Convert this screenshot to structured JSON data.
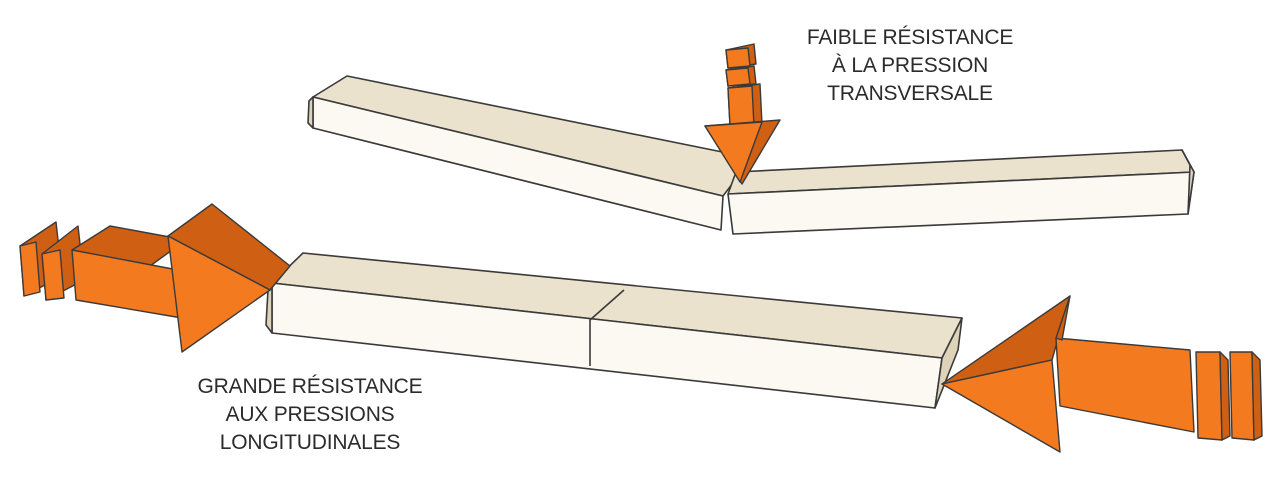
{
  "colors": {
    "wood_top": "#ebe2cd",
    "wood_front": "#fbf9f1",
    "wood_end": "#ddd3b8",
    "outline": "#3a3a3a",
    "arrow_face": "#f47a20",
    "arrow_shadow": "#cf5f13"
  },
  "captions": {
    "transverse": {
      "lines": [
        "FAIBLE RÉSISTANCE",
        "À LA PRESSION",
        "TRANSVERSALE"
      ]
    },
    "longitudinal": {
      "lines": [
        "GRANDE RÉSISTANCE",
        "AUX PRESSIONS",
        "LONGITUDINALES"
      ]
    }
  }
}
